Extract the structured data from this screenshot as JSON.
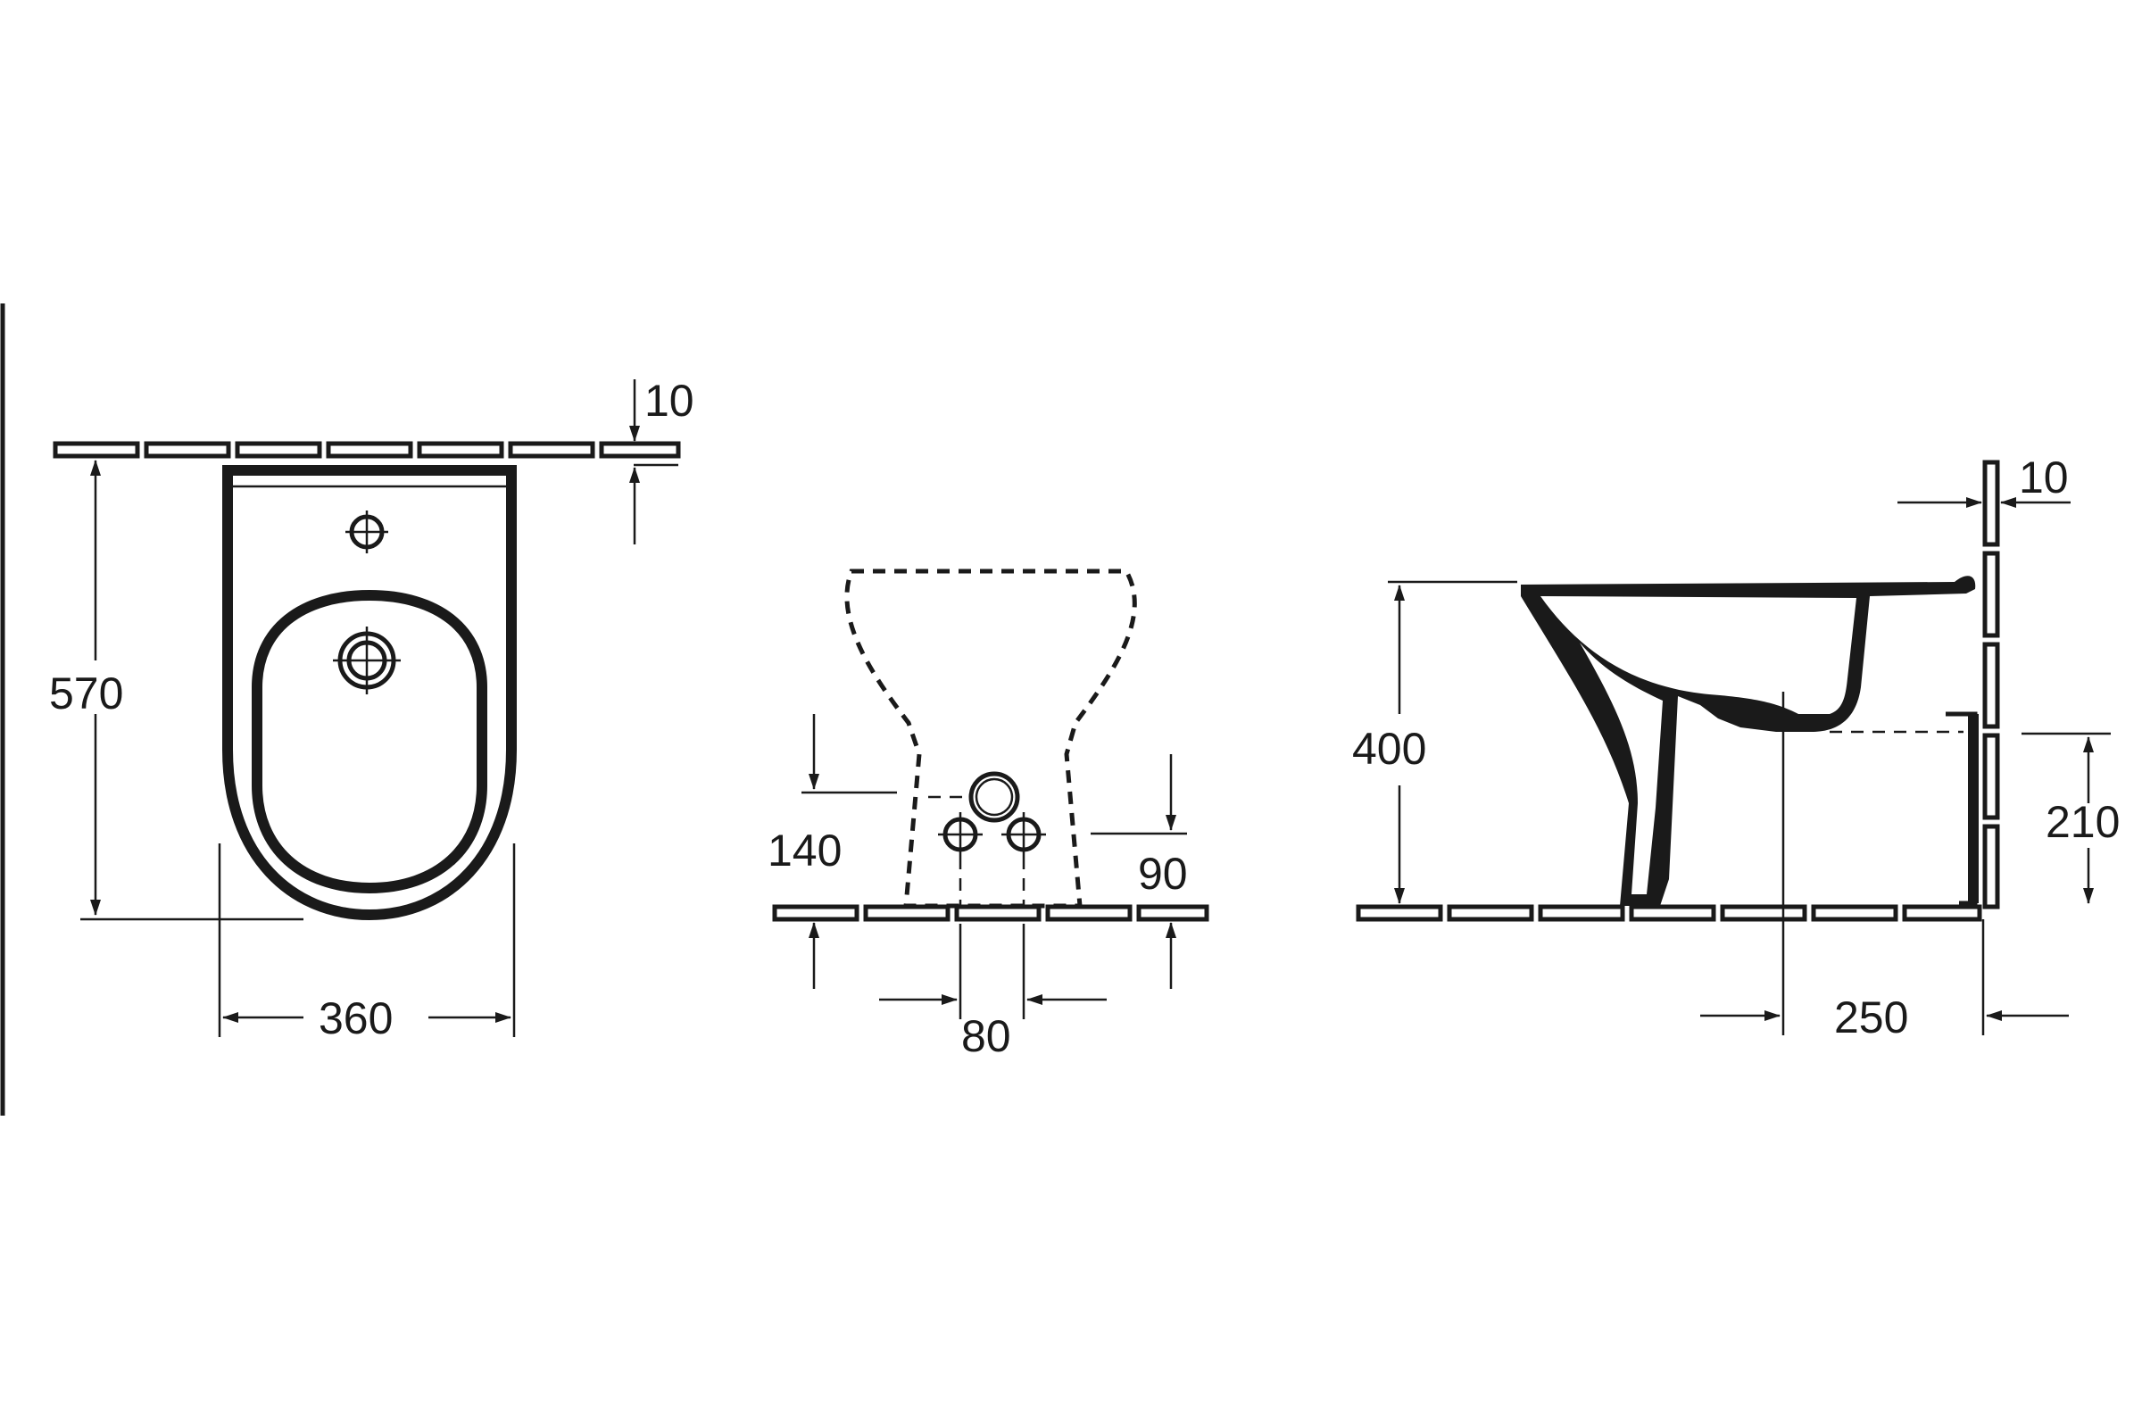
{
  "colors": {
    "line": "#1a1a1a",
    "background": "#ffffff"
  },
  "top_view": {
    "dim_wall_gap": "10",
    "dim_depth": "570",
    "dim_width": "360"
  },
  "front_view": {
    "dim_inlet_height": "140",
    "dim_outlet_height": "90",
    "dim_outlet_spacing": "80"
  },
  "side_view": {
    "dim_wall_gap": "10",
    "dim_height": "400",
    "dim_outlet_height": "210",
    "dim_outlet_offset": "250"
  }
}
